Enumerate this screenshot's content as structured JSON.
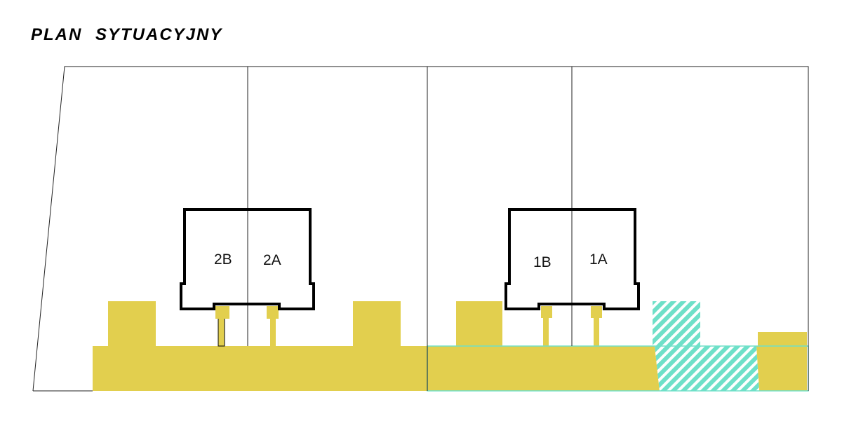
{
  "title": "PLAN SYTUACYJNY",
  "buildings": [
    {
      "units": [
        "2B",
        "2A"
      ]
    },
    {
      "units": [
        "1B",
        "1A"
      ]
    }
  ],
  "colors": {
    "paved": "#e2cf4e",
    "hatch": "#6ee0c8",
    "outline": "#000000"
  }
}
